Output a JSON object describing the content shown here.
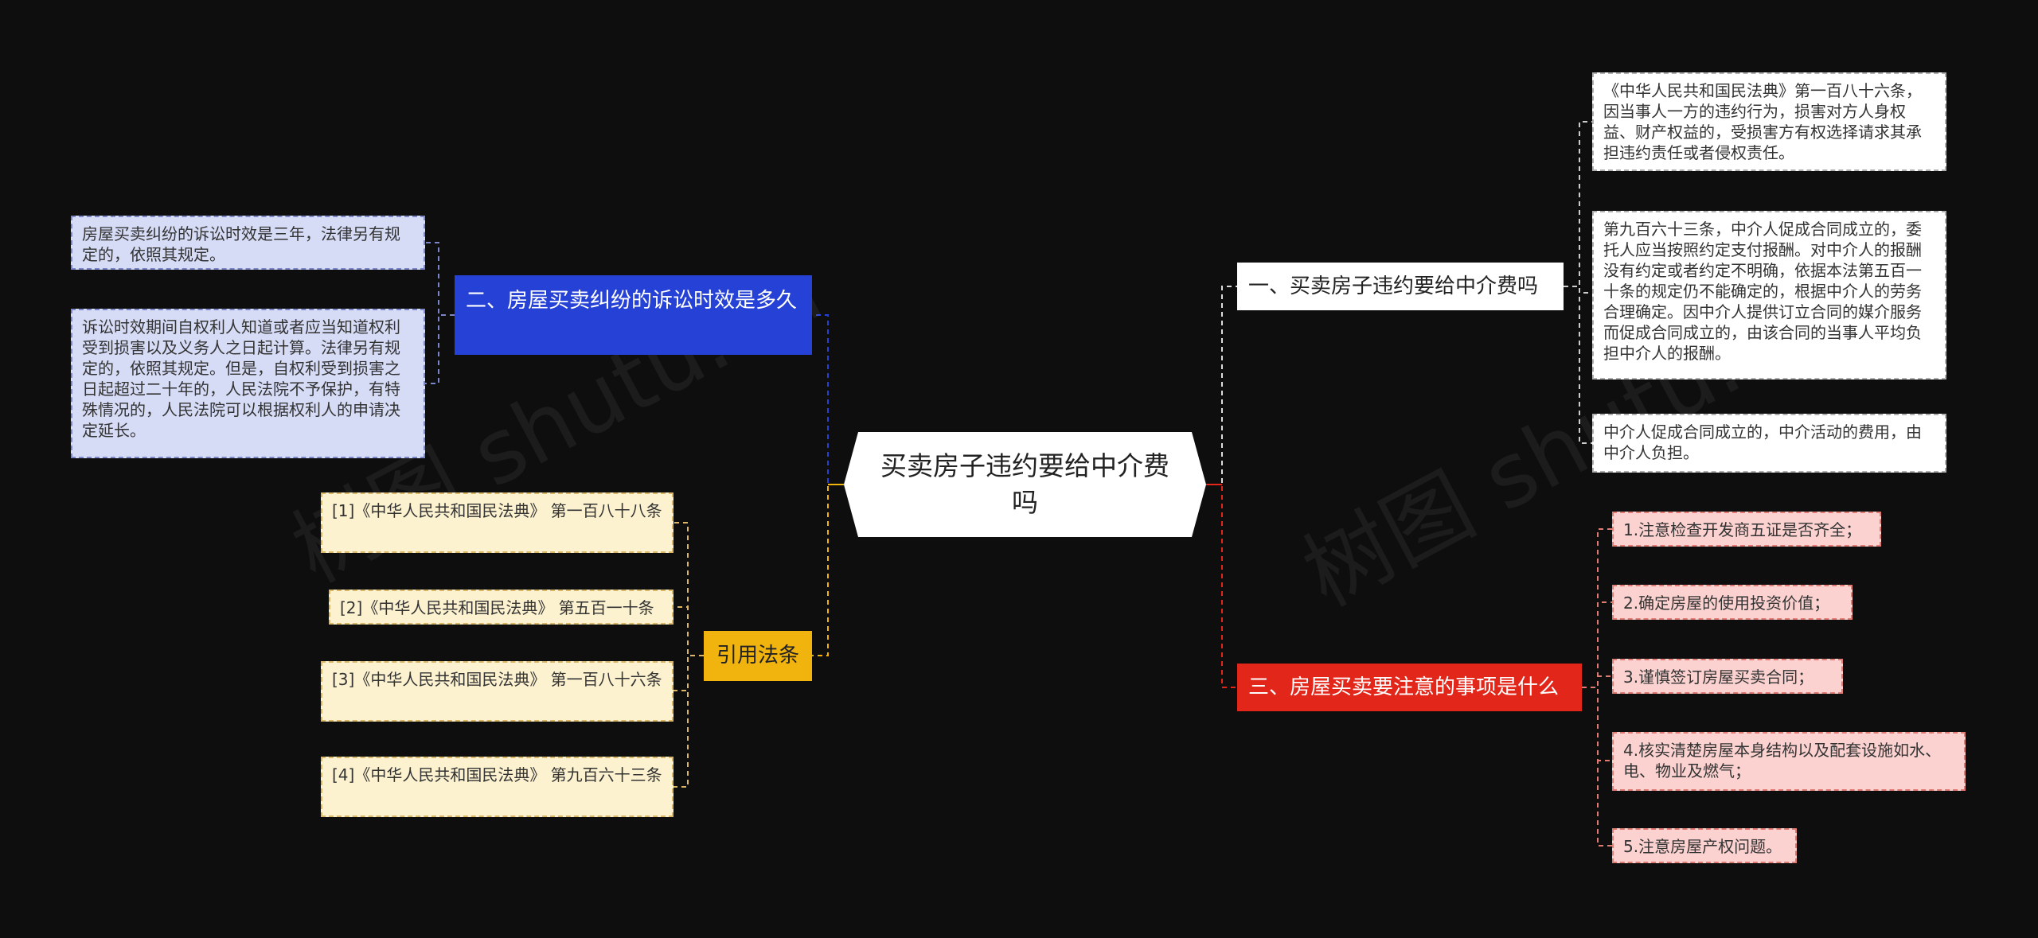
{
  "center": "买卖房子违约要给中介费吗",
  "branches": {
    "left_top": {
      "title": "二、房屋买卖纠纷的诉讼时效是多久",
      "color": "#2541d6",
      "leaves": [
        "房屋买卖纠纷的诉讼时效是三年，法律另有规定的，依照其规定。",
        "诉讼时效期间自权利人知道或者应当知道权利受到损害以及义务人之日起计算。法律另有规定的，依照其规定。但是，自权利受到损害之日起超过二十年的，人民法院不予保护，有特殊情况的，人民法院可以根据权利人的申请决定延长。"
      ]
    },
    "left_bottom": {
      "title": "引用法条",
      "color": "#f1b30e",
      "leaves": [
        "[1]《中华人民共和国民法典》 第一百八十八条",
        "[2]《中华人民共和国民法典》 第五百一十条",
        "[3]《中华人民共和国民法典》 第一百八十六条",
        "[4]《中华人民共和国民法典》 第九百六十三条"
      ]
    },
    "right_top": {
      "title": "一、买卖房子违约要给中介费吗",
      "color": "#ffffff",
      "leaves": [
        "《中华人民共和国民法典》第一百八十六条，因当事人一方的违约行为，损害对方人身权益、财产权益的，受损害方有权选择请求其承担违约责任或者侵权责任。",
        "第九百六十三条，中介人促成合同成立的，委托人应当按照约定支付报酬。对中介人的报酬没有约定或者约定不明确，依据本法第五百一十条的规定仍不能确定的，根据中介人的劳务合理确定。因中介人提供订立合同的媒介服务而促成合同成立的，由该合同的当事人平均负担中介人的报酬。",
        "中介人促成合同成立的，中介活动的费用，由中介人负担。"
      ]
    },
    "right_bottom": {
      "title": "三、房屋买卖要注意的事项是什么",
      "color": "#e3261a",
      "leaves": [
        "1.注意检查开发商五证是否齐全；",
        "2.确定房屋的使用投资价值；",
        "3.谨慎签订房屋买卖合同；",
        "4.核实清楚房屋本身结构以及配套设施如水、电、物业及燃气；",
        "5.注意房屋产权问题。"
      ]
    }
  },
  "watermark": "树图 shutu.cn"
}
